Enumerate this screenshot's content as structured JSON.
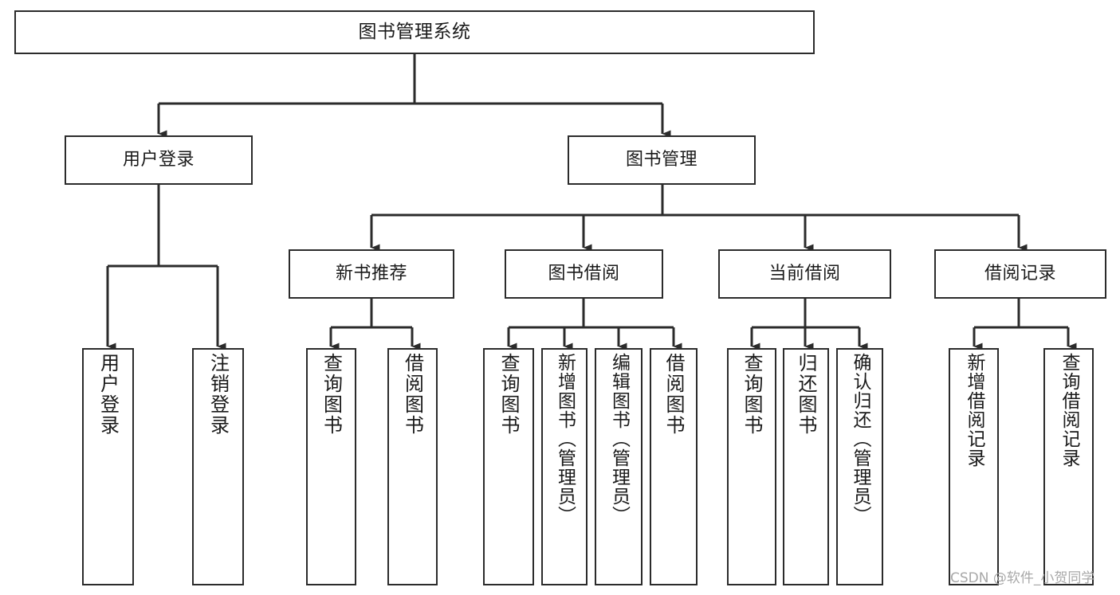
{
  "diagram": {
    "type": "tree",
    "title": "图书管理系统",
    "orientation": "top-down",
    "colors": {
      "stroke": "#2b2b2b",
      "fill": "#ffffff",
      "text": "#1a1a1a",
      "watermark": "#a8a8a8"
    },
    "watermark": "CSDN @软件_小贺同学",
    "levels": [
      {
        "level": 1,
        "nodes": [
          {
            "id": "root",
            "label": "图书管理系统"
          }
        ]
      },
      {
        "level": 2,
        "nodes": [
          {
            "id": "l2-1",
            "label": "用户登录",
            "parent": "root"
          },
          {
            "id": "l2-2",
            "label": "图书管理",
            "parent": "root"
          }
        ]
      },
      {
        "level": 3,
        "nodes": [
          {
            "id": "l3-1",
            "label": "新书推荐",
            "parent": "l2-2"
          },
          {
            "id": "l3-2",
            "label": "图书借阅",
            "parent": "l2-2"
          },
          {
            "id": "l3-3",
            "label": "当前借阅",
            "parent": "l2-2"
          },
          {
            "id": "l3-4",
            "label": "借阅记录",
            "parent": "l2-2"
          }
        ]
      },
      {
        "level": 4,
        "nodes": [
          {
            "id": "l4-1",
            "label": "用户登录",
            "parent": "l2-1"
          },
          {
            "id": "l4-2",
            "label": "注销登录",
            "parent": "l2-1"
          },
          {
            "id": "l4-3",
            "label": "查询图书",
            "parent": "l3-1"
          },
          {
            "id": "l4-4",
            "label": "借阅图书",
            "parent": "l3-1"
          },
          {
            "id": "l4-5",
            "label": "查询图书",
            "parent": "l3-2"
          },
          {
            "id": "l4-6",
            "label": "新增图书（管理员）",
            "parent": "l3-2"
          },
          {
            "id": "l4-7",
            "label": "编辑图书（管理员）",
            "parent": "l3-2"
          },
          {
            "id": "l4-8",
            "label": "借阅图书",
            "parent": "l3-2"
          },
          {
            "id": "l4-9",
            "label": "查询图书",
            "parent": "l3-3"
          },
          {
            "id": "l4-10",
            "label": "归还图书",
            "parent": "l3-3"
          },
          {
            "id": "l4-11",
            "label": "确认归还（管理员）",
            "parent": "l3-3"
          },
          {
            "id": "l4-12",
            "label": "新增借阅记录",
            "parent": "l3-4"
          },
          {
            "id": "l4-13",
            "label": "查询借阅记录",
            "parent": "l3-4"
          }
        ]
      }
    ]
  }
}
